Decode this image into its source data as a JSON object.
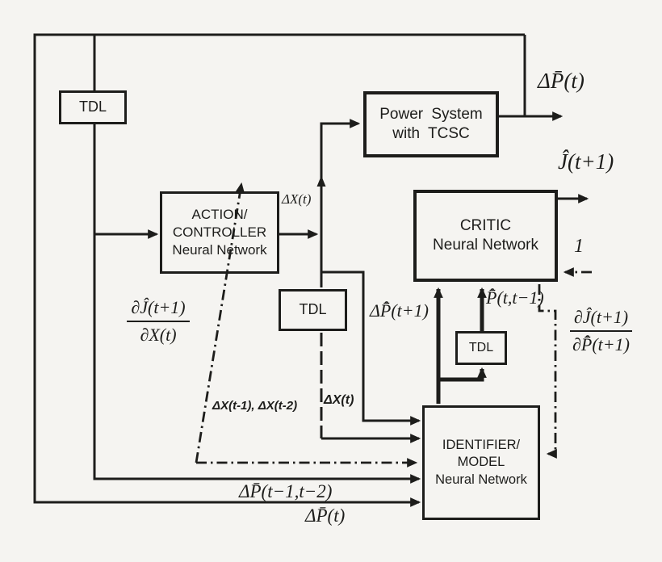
{
  "figure": {
    "colors": {
      "ink": "#1d1d1b",
      "background": "#f5f4f1"
    },
    "boxes": {
      "tdl_left": {
        "label": "TDL"
      },
      "action": {
        "line1": "ACTION/",
        "line2": "CONTROLLER",
        "line3": "Neural Network"
      },
      "power": {
        "line1": "Power System",
        "line2": "with TCSC"
      },
      "critic": {
        "line1": "CRITIC",
        "line2": "Neural Network"
      },
      "tdl_mid": {
        "label": "TDL"
      },
      "tdl_small": {
        "label": "TDL"
      },
      "identifier": {
        "line1": "IDENTIFIER/",
        "line2": "MODEL",
        "line3": "Neural Network"
      }
    },
    "labels": {
      "dp_out": "ΔP̄(t)",
      "j_out": "Ĵ(t+1)",
      "one": "1",
      "dx_t_top": "ΔX(t)",
      "frac_left_num": "∂Ĵ(t+1)",
      "frac_left_den": "∂X(t)",
      "dp_hat_t1": "ΔP̄̂(t+1)",
      "p_hat_tt1": "P̄̂(t,t−1)",
      "frac_right_num": "∂Ĵ(t+1)",
      "frac_right_den": "∂P̄̂(t+1)",
      "dx_t_mid": "ΔX(t)",
      "dx_delayed": "ΔX(t-1), ΔX(t-2)",
      "dp_delayed": "ΔP̄(t−1,t−2)",
      "dp_t_bottom": "ΔP̄(t)"
    }
  }
}
